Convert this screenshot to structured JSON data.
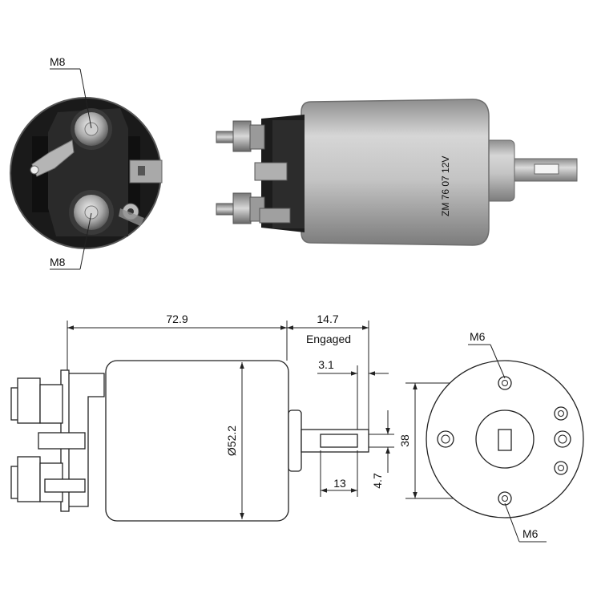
{
  "photo_labels": {
    "terminal_top": "M8",
    "terminal_bottom": "M8",
    "housing_marking": "ZM 76 07 12V"
  },
  "dimensions": {
    "body_length": "72.9",
    "stroke": "14.7",
    "stroke_note": "Engaged",
    "shaft_offset": "3.1",
    "body_diameter": "Ø52.2",
    "shaft_length": "13",
    "slot_width": "4.7",
    "mount_spacing": "38"
  },
  "end_view_labels": {
    "mount_top": "M6",
    "mount_bottom": "M6"
  },
  "colors": {
    "line": "#222222",
    "housing": "#b8b8b8",
    "cap": "#1c1c1c",
    "terminal": "#9a9a9a"
  }
}
